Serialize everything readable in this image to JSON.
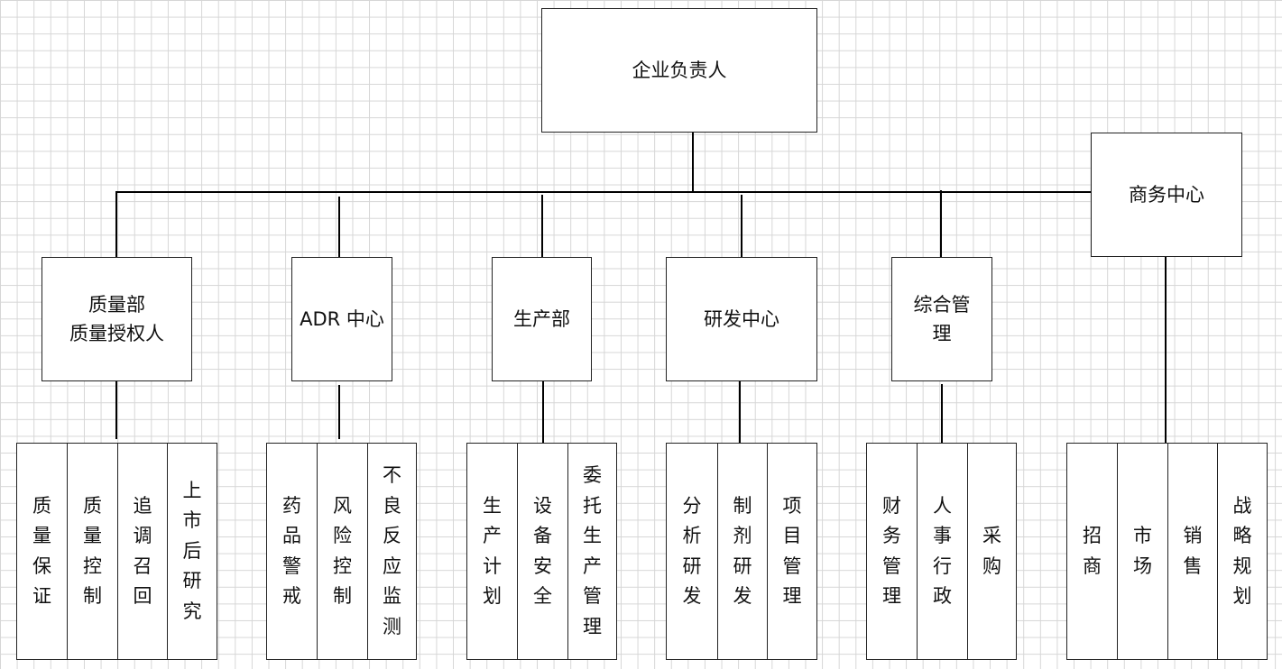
{
  "root": "企业负责人",
  "side_node": "商务中心",
  "departments": [
    {
      "lines": [
        "质量部",
        "质量授权人"
      ],
      "subunits": [
        "质量保证",
        "质量控制",
        "追调召回",
        "上市后研究"
      ]
    },
    {
      "lines": [
        "ADR 中心"
      ],
      "subunits": [
        "药品警戒",
        "风险控制",
        "不良反应监测"
      ]
    },
    {
      "lines": [
        "生产部"
      ],
      "subunits": [
        "生产计划",
        "设备安全",
        "委托生产管理"
      ]
    },
    {
      "lines": [
        "研发中心"
      ],
      "subunits": [
        "分析研发",
        "制剂研发",
        "项目管理"
      ]
    },
    {
      "lines": [
        "综合管",
        "理"
      ],
      "subunits": [
        "财务管理",
        "人事行政",
        "采购"
      ]
    }
  ],
  "side_subunits": [
    "招商",
    "市场",
    "销售",
    "战略规划"
  ]
}
